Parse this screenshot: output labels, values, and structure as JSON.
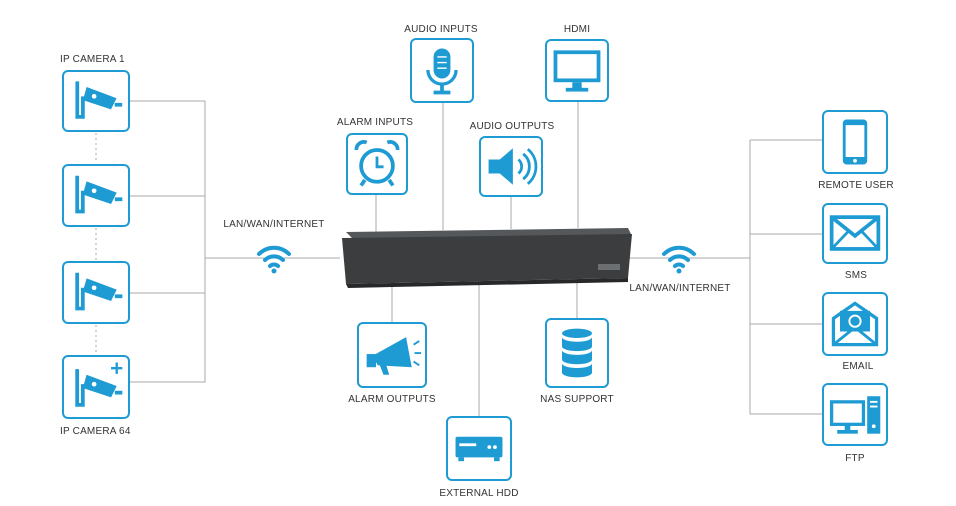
{
  "accent_color": "#1f9bd4",
  "line_color": "#a9a9a9",
  "device_color": "#3b3d3f",
  "cameras": {
    "first_label": "IP CAMERA 1",
    "last_label": "IP CAMERA 64"
  },
  "network": {
    "left_label": "LAN/WAN/INTERNET",
    "right_label": "LAN/WAN/INTERNET"
  },
  "top_nodes": {
    "alarm_inputs": "ALARM INPUTS",
    "audio_inputs": "AUDIO INPUTS",
    "audio_outputs": "AUDIO OUTPUTS",
    "hdmi": "HDMI"
  },
  "bottom_nodes": {
    "alarm_outputs": "ALARM OUTPUTS",
    "external_hdd": "EXTERNAL HDD",
    "nas_support": "NAS SUPPORT"
  },
  "right_nodes": {
    "remote_user": "REMOTE USER",
    "sms": "SMS",
    "email": "EMAIL",
    "ftp": "FTP"
  },
  "icons": {
    "camera": "cctv-camera-icon",
    "camera_add": "cctv-camera-plus-icon",
    "wifi": "wifi-icon",
    "alarm_clock": "alarm-clock-icon",
    "microphone": "microphone-icon",
    "speaker": "speaker-icon",
    "monitor": "monitor-icon",
    "megaphone": "megaphone-icon",
    "hdd": "hard-drive-icon",
    "database": "database-icon",
    "phone": "smartphone-icon",
    "envelope": "envelope-icon",
    "email": "email-at-icon",
    "computer": "desktop-computer-icon"
  }
}
